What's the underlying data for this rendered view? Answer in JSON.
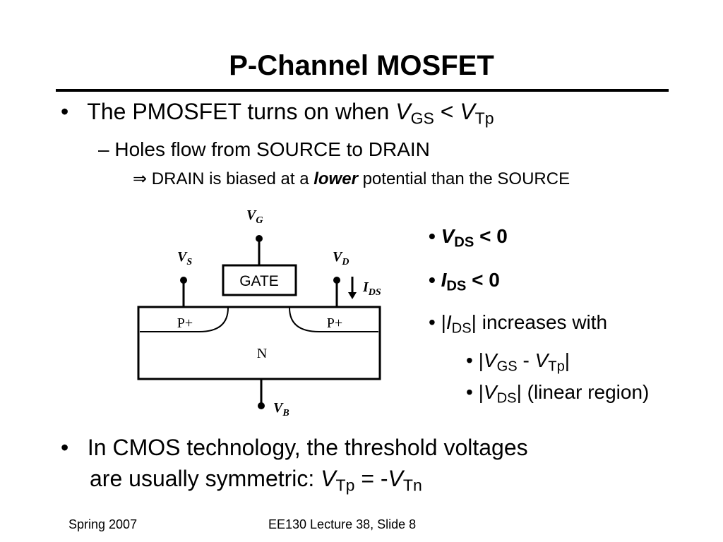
{
  "slide": {
    "title": "P-Channel MOSFET"
  },
  "bullets": {
    "b1": {
      "marker": "•",
      "text": "The PMOSFET turns on when ",
      "var1": "V",
      "sub1": "GS",
      "op": " < ",
      "var2": "V",
      "sub2": "Tp"
    },
    "b2": {
      "marker": "–",
      "text": "Holes flow from SOURCE to DRAIN"
    },
    "b3": {
      "marker": "⇒",
      "pre": " DRAIN is biased at a ",
      "emph": "lower",
      "post": " potential than the SOURCE"
    },
    "b4": {
      "marker": "•",
      "line1": "In CMOS technology, the threshold voltages",
      "line2": "are usually symmetric: ",
      "var1": "V",
      "sub1": "Tp",
      "op": " = -",
      "var2": "V",
      "sub2": "Tn"
    }
  },
  "right_list": {
    "r1": {
      "marker": "•",
      "var": "V",
      "sub": "DS",
      "rest": " < 0"
    },
    "r2": {
      "marker": "•",
      "var": "I",
      "sub": "DS",
      "rest": " < 0"
    },
    "r3": {
      "marker": "•",
      "pre": " |",
      "var": "I",
      "sub": "DS",
      "rest": "| increases with"
    },
    "r4": {
      "marker": "•",
      "pre": " |",
      "var1": "V",
      "sub1": "GS",
      "op": " - ",
      "var2": "V",
      "sub2": "Tp",
      "post": "|"
    },
    "r5": {
      "marker": "•",
      "pre": " |",
      "var": "V",
      "sub": "DS",
      "rest": "| (linear region)"
    }
  },
  "diagram": {
    "vg_var": "V",
    "vg_sub": "G",
    "vs_var": "V",
    "vs_sub": "S",
    "vd_var": "V",
    "vd_sub": "D",
    "vb_var": "V",
    "vb_sub": "B",
    "ids_var": "I",
    "ids_sub": "DS",
    "gate_label": "GATE",
    "source_region": "P+",
    "drain_region": "P+",
    "substrate": "N"
  },
  "footer": {
    "left": "Spring 2007",
    "center": "EE130 Lecture 38, Slide 8"
  }
}
